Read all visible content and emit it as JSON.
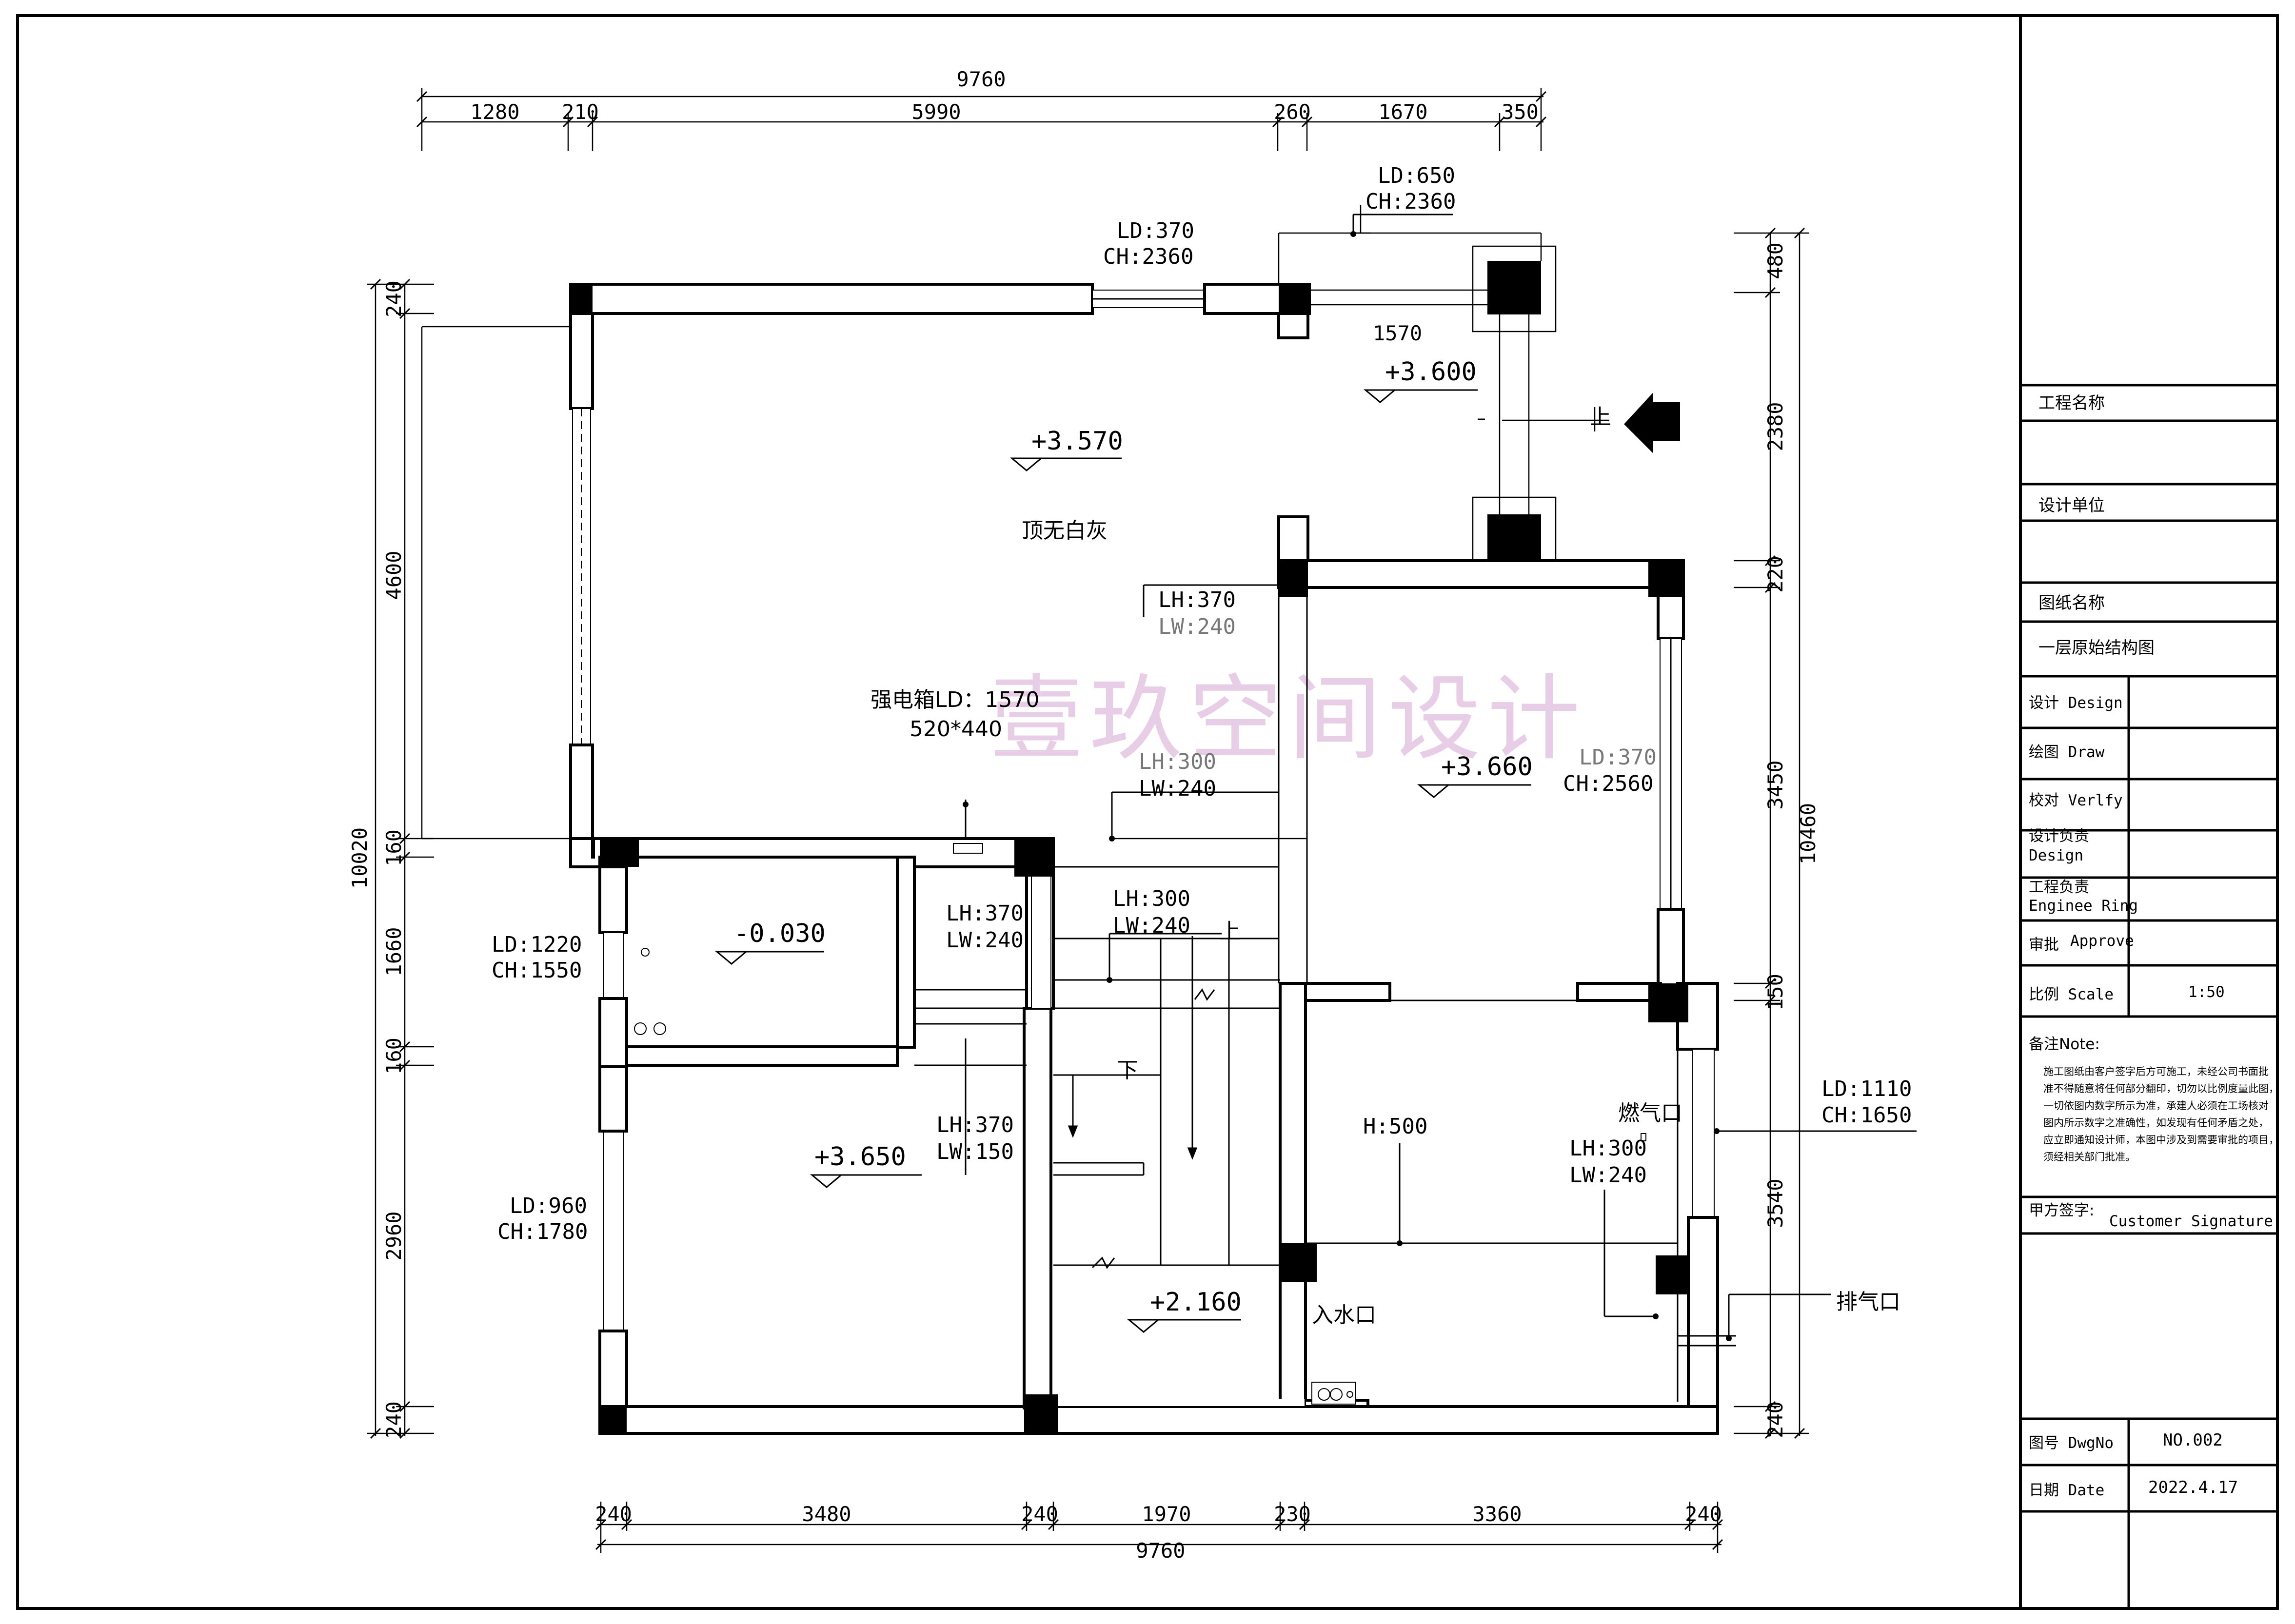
{
  "dims": {
    "top_total": "9760",
    "top": [
      "1280",
      "210",
      "5990",
      "260",
      "1670",
      "350"
    ],
    "bottom_total": "9760",
    "bottom": [
      "240",
      "3480",
      "240",
      "1970",
      "230",
      "3360",
      "240"
    ],
    "left_total": "10020",
    "left": [
      "240",
      "4600",
      "160",
      "1660",
      "160",
      "2960",
      "240"
    ],
    "right_total": "10460",
    "right": [
      "480",
      "2380",
      "220",
      "3450",
      "150",
      "3540",
      "240"
    ],
    "mid_1570": "1570"
  },
  "annotations": {
    "ld650": "LD:650",
    "ch2360a": "CH:2360",
    "ld370": "LD:370",
    "ch2360b": "CH:2360",
    "lh370a": "LH:370",
    "lw240a": "LW:240",
    "lh300a": "LH:300",
    "lw240b": "LW:240",
    "ld370b": "LD:370",
    "ch2560": "CH:2560",
    "lh370b": "LH:370",
    "lw240c": "LW:240",
    "lh300b": "LH:300",
    "lw240d": "LW:240",
    "ld1220": "LD:1220",
    "ch1550": "CH:1550",
    "lh370c": "LH:370",
    "lw150": "LW:150",
    "ld960": "LD:960",
    "ch1780": "CH:1780",
    "ld1110": "LD:1110",
    "ch1650": "CH:1650",
    "h500": "H:500",
    "lh300c": "LH:300",
    "lw240e": "LW:240",
    "elec_box_a": "强电箱LD：1570",
    "elec_box_b": "520*440",
    "ceiling": "顶无白灰",
    "gas": "燃气口",
    "water": "入水口",
    "exhaust": "排气口",
    "up_a": "上",
    "up_b": "上",
    "down": "下"
  },
  "elevations": {
    "e1": "+3.570",
    "e2": "+3.600",
    "e3": "+3.660",
    "e4": "-0.030",
    "e5": "+3.650",
    "e6": "+2.160"
  },
  "watermark": "壹玖空间设计",
  "title_block": {
    "project_name": "工程名称",
    "design_unit": "设计单位",
    "drawing_name": "图纸名称",
    "drawing_value": "一层原始结构图",
    "design": "设计 Design",
    "draw": "绘图 Draw",
    "verify": "校对 Verlfy",
    "design_lead_a": "设计负责",
    "design_lead_b": "Design",
    "eng_lead_a": "工程负责",
    "eng_lead_b": "Enginee Ring",
    "approve_a": "审批",
    "approve_b": "Approve",
    "scale_label": "比例  Scale",
    "scale_value": "1:50",
    "note_label": "备注Note:",
    "note_text": [
      "施工图纸由客户签字后方可施工，未经公司书面批",
      "准不得随意将任何部分翻印，切勿以比例度量此图，",
      "一切依图内数字所示为准，承建人必须在工场核对",
      "图内所示数字之准确性，如发现有任何矛盾之处，",
      "应立即通知设计师，本图中涉及到需要审批的项目，",
      "须经相关部门批准。"
    ],
    "client_sig_a": "甲方签字:",
    "client_sig_b": "Customer Signature",
    "dwg_label": "图号  DwgNo",
    "dwg_value": "NO.002",
    "date_label": "日期    Date",
    "date_value": "2022.4.17"
  }
}
